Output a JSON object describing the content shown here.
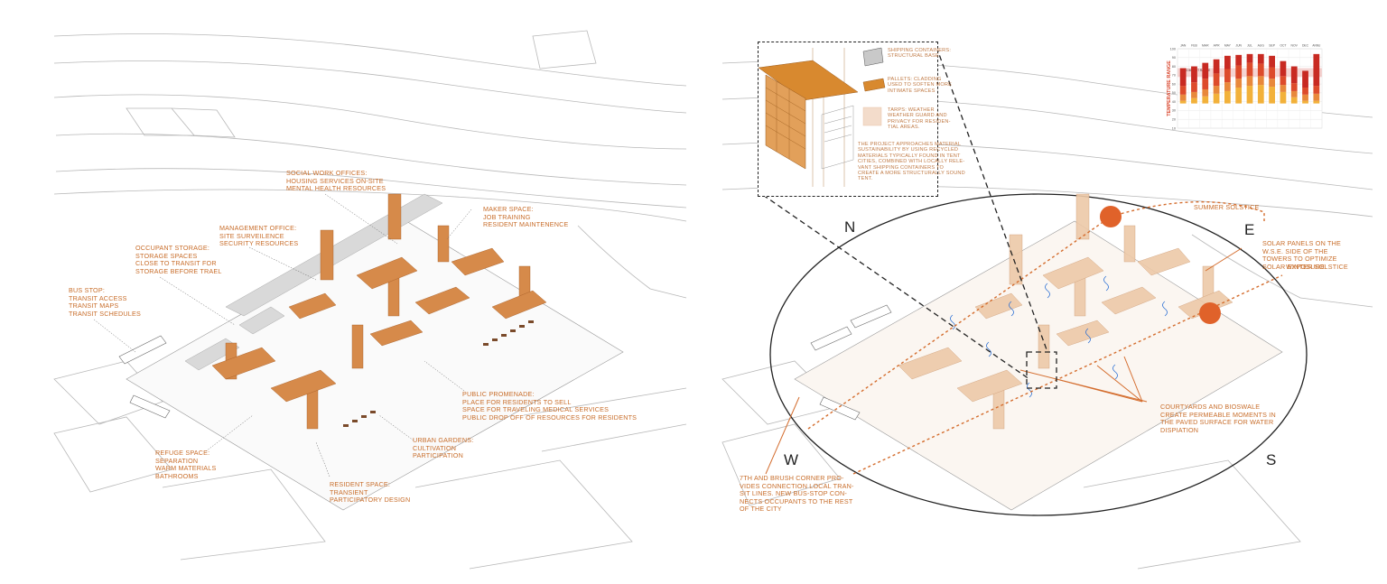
{
  "left_plan": {
    "labels": [
      {
        "id": "social-work",
        "lines": [
          "SOCIAL WORK OFFICES:",
          "HOUSING SERVICES ON-SITE",
          "MENTAL HEALTH RESOURCES"
        ]
      },
      {
        "id": "maker-space",
        "lines": [
          "MAKER SPACE:",
          "JOB TRAINING",
          "RESIDENT MAINTENENCE"
        ]
      },
      {
        "id": "management",
        "lines": [
          "MANAGEMENT OFFICE:",
          "SITE SURVEILENCE",
          "SECURITY RESOURCES"
        ]
      },
      {
        "id": "occupant-storage",
        "lines": [
          "OCCUPANT STORAGE:",
          "STORAGE SPACES",
          "CLOSE TO TRANSIT FOR",
          "STORAGE BEFORE TRAEL"
        ]
      },
      {
        "id": "bus-stop",
        "lines": [
          "BUS STOP:",
          "TRANSIT ACCESS",
          "TRANSIT MAPS",
          "TRANSIT SCHEDULES"
        ]
      },
      {
        "id": "public-promenade",
        "lines": [
          "PUBLIC PROMENADE:",
          "PLACE FOR RESIDENTS TO SELL",
          "SPACE FOR TRAVELING MEDICAL SERVICES",
          "PUBLIC DROP OFF OF RESOURCES FOR RESIDENTS"
        ]
      },
      {
        "id": "urban-gardens",
        "lines": [
          "URBAN GARDENS:",
          "CULTIVATION",
          "PARTICIPATION"
        ]
      },
      {
        "id": "refuge-space",
        "lines": [
          "REFUGE SPACE:",
          "SEPARATION",
          "WARM MATERIALS",
          "BATHROOMS"
        ]
      },
      {
        "id": "resident-space",
        "lines": [
          "RESIDENT SPACE:",
          "TRANSIENT",
          "PARTICIPATORY DESIGN"
        ]
      }
    ]
  },
  "right_plan": {
    "compass": {
      "n": "N",
      "e": "E",
      "s": "S",
      "w": "W"
    },
    "labels": {
      "summer_solstice": "SUMMER SOLSTICE",
      "winter_solstice": "WINTER SOLSTICE",
      "solar_panels": [
        "SOLAR PANELS ON THE",
        "W.S.E. SIDE OF THE",
        "TOWERS TO OPTIMIZE",
        "SOLAR EXPOSURE."
      ],
      "courtyards": [
        "COURTYARDS AND BIOSWALE",
        "CREATE PERMEABLE MOMENTS IN",
        "THE PAVED SURFACE FOR WATER",
        "DISPIATION"
      ],
      "corner": [
        "7TH AND BRUSH CORNER PRO-",
        "VIDES CONNECTION LOCAL TRAN-",
        "SIT LINES. NEW BUS-STOP CON-",
        "NECTS OCCUPANTS TO THE REST",
        "OF THE CITY"
      ]
    },
    "inset": {
      "legend": [
        {
          "id": "containers",
          "lines": [
            "SHIPPING CONTAINERS:",
            "STRUCTURAL BASE"
          ]
        },
        {
          "id": "pallets",
          "lines": [
            "PALLETS: CLADDING",
            "USED TO SOFTEN MORE",
            "INTIMATE SPACES"
          ]
        },
        {
          "id": "tarps",
          "lines": [
            "TARPS: WEATHER",
            "WEATHER GUARD AND",
            "PRIVACY FOR RESIDEN-",
            "TIAL AREAS."
          ]
        }
      ],
      "note": [
        "THE PROJECT APPROACHES MATERIAL",
        "SUSTAINABILITY BY USING RECYCLED",
        "MATERIALS TYPICALLY FOUND IN TENT",
        "CITIES, COMBINED WITH LOCALLY RELE-",
        "VANT SHIPPING CONTAINERS TO",
        "CREATE A MORE STRUCTURALLY SOUND",
        "TENT."
      ]
    }
  },
  "chart_data": {
    "type": "bar",
    "ylabel": "TEMPERATURE RANGE",
    "categories": [
      "JAN",
      "FEB",
      "MAR",
      "APR",
      "MAY",
      "JUN",
      "JUL",
      "AUG",
      "SEP",
      "OCT",
      "NOV",
      "DEC"
    ],
    "ylim": [
      10,
      100
    ],
    "yticks": [
      10,
      20,
      30,
      40,
      50,
      60,
      70,
      80,
      90,
      100
    ],
    "extra_column_label": "ANNU",
    "comfort_band_label": "COMFORT RANGE",
    "comfort_band": [
      68,
      78
    ],
    "series": [
      {
        "values": [
          41,
          44,
          46,
          49,
          52,
          56,
          58,
          59,
          57,
          51,
          45,
          41
        ]
      },
      {
        "values": [
          48,
          51,
          54,
          58,
          62,
          66,
          69,
          69,
          66,
          59,
          52,
          48
        ]
      },
      {
        "values": [
          58,
          62,
          66,
          72,
          77,
          81,
          84,
          83,
          79,
          69,
          61,
          56
        ]
      },
      {
        "values": [
          78,
          80,
          84,
          88,
          92,
          93,
          94,
          94,
          92,
          86,
          80,
          75
        ]
      }
    ],
    "annual": [
      41,
      49,
      58,
      94
    ],
    "colors": [
      "#f2b13a",
      "#e8883b",
      "#dd4b2b",
      "#c82a22"
    ]
  },
  "colors": {
    "accent": "#c86d2a",
    "building": "#d68a4a",
    "sun": "#e0622a",
    "line": "#999999"
  }
}
